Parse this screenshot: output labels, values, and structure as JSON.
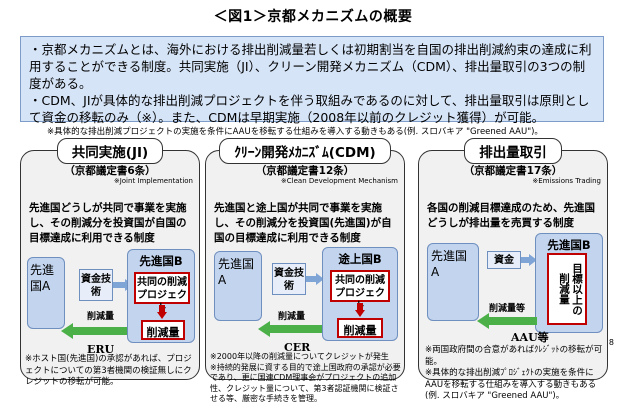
{
  "title": "＜図1＞京都メカニズムの概要",
  "intro": {
    "line1": "・京都メカニズムとは、海外における排出削減量若しくは初期割当を自国の排出削減約束の達成に利用することができる制度。共同実施（JI）、クリーン開発メカニズム（CDM）、排出量取引の3つの制度がある。",
    "line2": "・CDM、JIが具体的な排出削減プロジェクトを伴う取組みであるのに対して、排出量取引は原則として資金の移転のみ（※）。また、CDMは早期実施（2008年以前のクレジット獲得）が可能。",
    "note": "※具体的な排出削減プロジェクトの実施を条件にAAUを移転する仕組みを導入する動きもある(例. スロバキア \"Greened AAU\")。"
  },
  "ji": {
    "title": "共同実施(JI)",
    "sub": "（京都議定書6条）",
    "eng": "※Joint Implementation",
    "desc": "先進国どうしが共同で事業を実施し、その削減分を投資国が自国の目標達成に利用できる制度",
    "left_box": "先進国A",
    "mid_box": "資金技術",
    "right_box": "先進国B",
    "project": "共同の削減プロジェクト",
    "reduction": "削減量",
    "arrow_label": "削減量",
    "credit": "ERU",
    "note": "※ホスト国(先進国)の承認があれば、プロジェクトについての第3者機関の検証無しにクレジットの移転が可能。"
  },
  "cdm": {
    "title": "ｸﾘｰﾝ開発ﾒｶﾆｽﾞﾑ(CDM)",
    "sub": "（京都議定書12条）",
    "eng": "※Clean Development Mechanism",
    "desc": "先進国と途上国が共同で事業を実施し、その削減分を投資国(先進国)が自国の目標達成に利用できる制度",
    "left_box": "先進国A",
    "mid_box": "資金技術",
    "right_box": "途上国B",
    "project": "共同の削減プロジェクト",
    "reduction": "削減量",
    "arrow_label": "削減量",
    "credit": "CER",
    "note": "※2000年以降の削減量についてクレジットが発生\n※持続的発展に資する目的で途上国政府の承認が必要であり、更に国連CDM理事会がプロジェクトの追加性、クレジット量について、第3者認証機関に検証させる等、厳密な手続きを管理。"
  },
  "et": {
    "title": "排出量取引",
    "sub": "（京都議定書17条）",
    "eng": "※Emissions Trading",
    "desc": "各国の削減目標達成のため、先進国どうしが排出量を売買する制度",
    "left_box": "先進国A",
    "fund": "資金",
    "right_box": "先進国B",
    "target": "目標以上の削減量",
    "arrow_label": "削減量等",
    "credit": "AAU等",
    "note": "※両国政府間の合意があればｸﾚｼﾞｯﾄの移転が可能。\n※具体的な排出削減ﾌﾟﾛｼﾞｪｸﾄの実施を条件にAAUを移転する仕組みを導入する動きもある(例. スロバキア \"Greened AAU\")。"
  },
  "page_number": "8"
}
